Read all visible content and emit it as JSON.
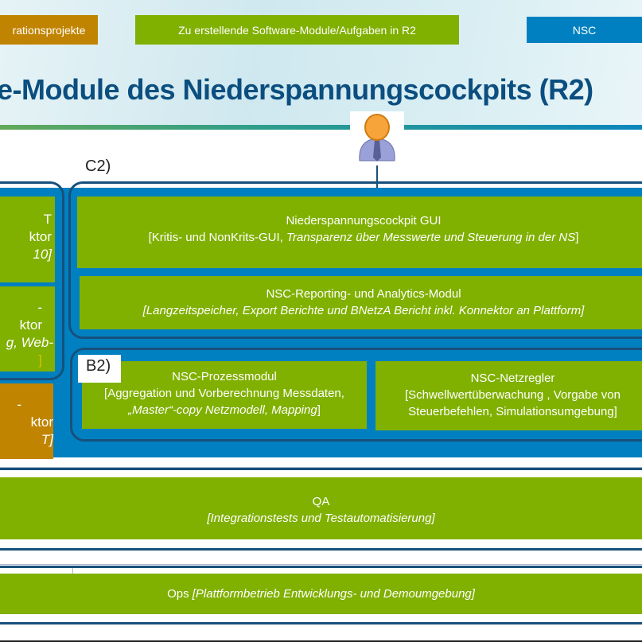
{
  "legend": {
    "integration": "rationsprojekte",
    "modules": "Zu erstellende Software-Module/Aufgaben in R2",
    "nsc": "NSC"
  },
  "title": "e-Module des Niederspannungscockpits (R2)",
  "labels": {
    "c2": "C2)",
    "b2": "B2)"
  },
  "left_boxes": [
    {
      "l1": "T",
      "l2": "ktor",
      "l3": "10]"
    },
    {
      "l1": "-",
      "l2": "ktor",
      "l3": "g, Web-",
      "l4": "]"
    },
    {
      "l1": "-",
      "l2": "ktor",
      "l3": "T]"
    }
  ],
  "gui": {
    "name": "Niederspannungscockpit GUI",
    "detail_plain": "[Kritis- und NonKrits-GUI, ",
    "detail_italic": "Transparenz über Messwerte und Steuerung in der NS",
    "detail_end": "]"
  },
  "reporting": {
    "name": "NSC-Reporting- und Analytics-Modul",
    "detail": "[Langzeitspeicher, Export Berichte und BNetzA Bericht inkl. Konnektor an Plattform]"
  },
  "prozess": {
    "name": "NSC-Prozessmodul",
    "line1": "[Aggregation und Vorberechnung Messdaten,",
    "line2_italic": "„Master“-copy Netzmodell, Mapping",
    "line2_end": "]"
  },
  "netzregler": {
    "name": "NSC-Netzregler",
    "line1": "[Schwellwertüberwachung , Vorgabe von",
    "line2": "Steuerbefehlen, Simulationsumgebung]"
  },
  "qa": {
    "name": "QA",
    "detail": "[Integrationstests und Testautomatisierung]"
  },
  "ops": {
    "name": "Ops",
    "detail": "[Plattformbetrieb Entwicklungs- und Demoumgebung]"
  },
  "colors": {
    "green": "#80b000",
    "blue": "#0080c0",
    "orange": "#c18400",
    "dark": "#17507c"
  }
}
